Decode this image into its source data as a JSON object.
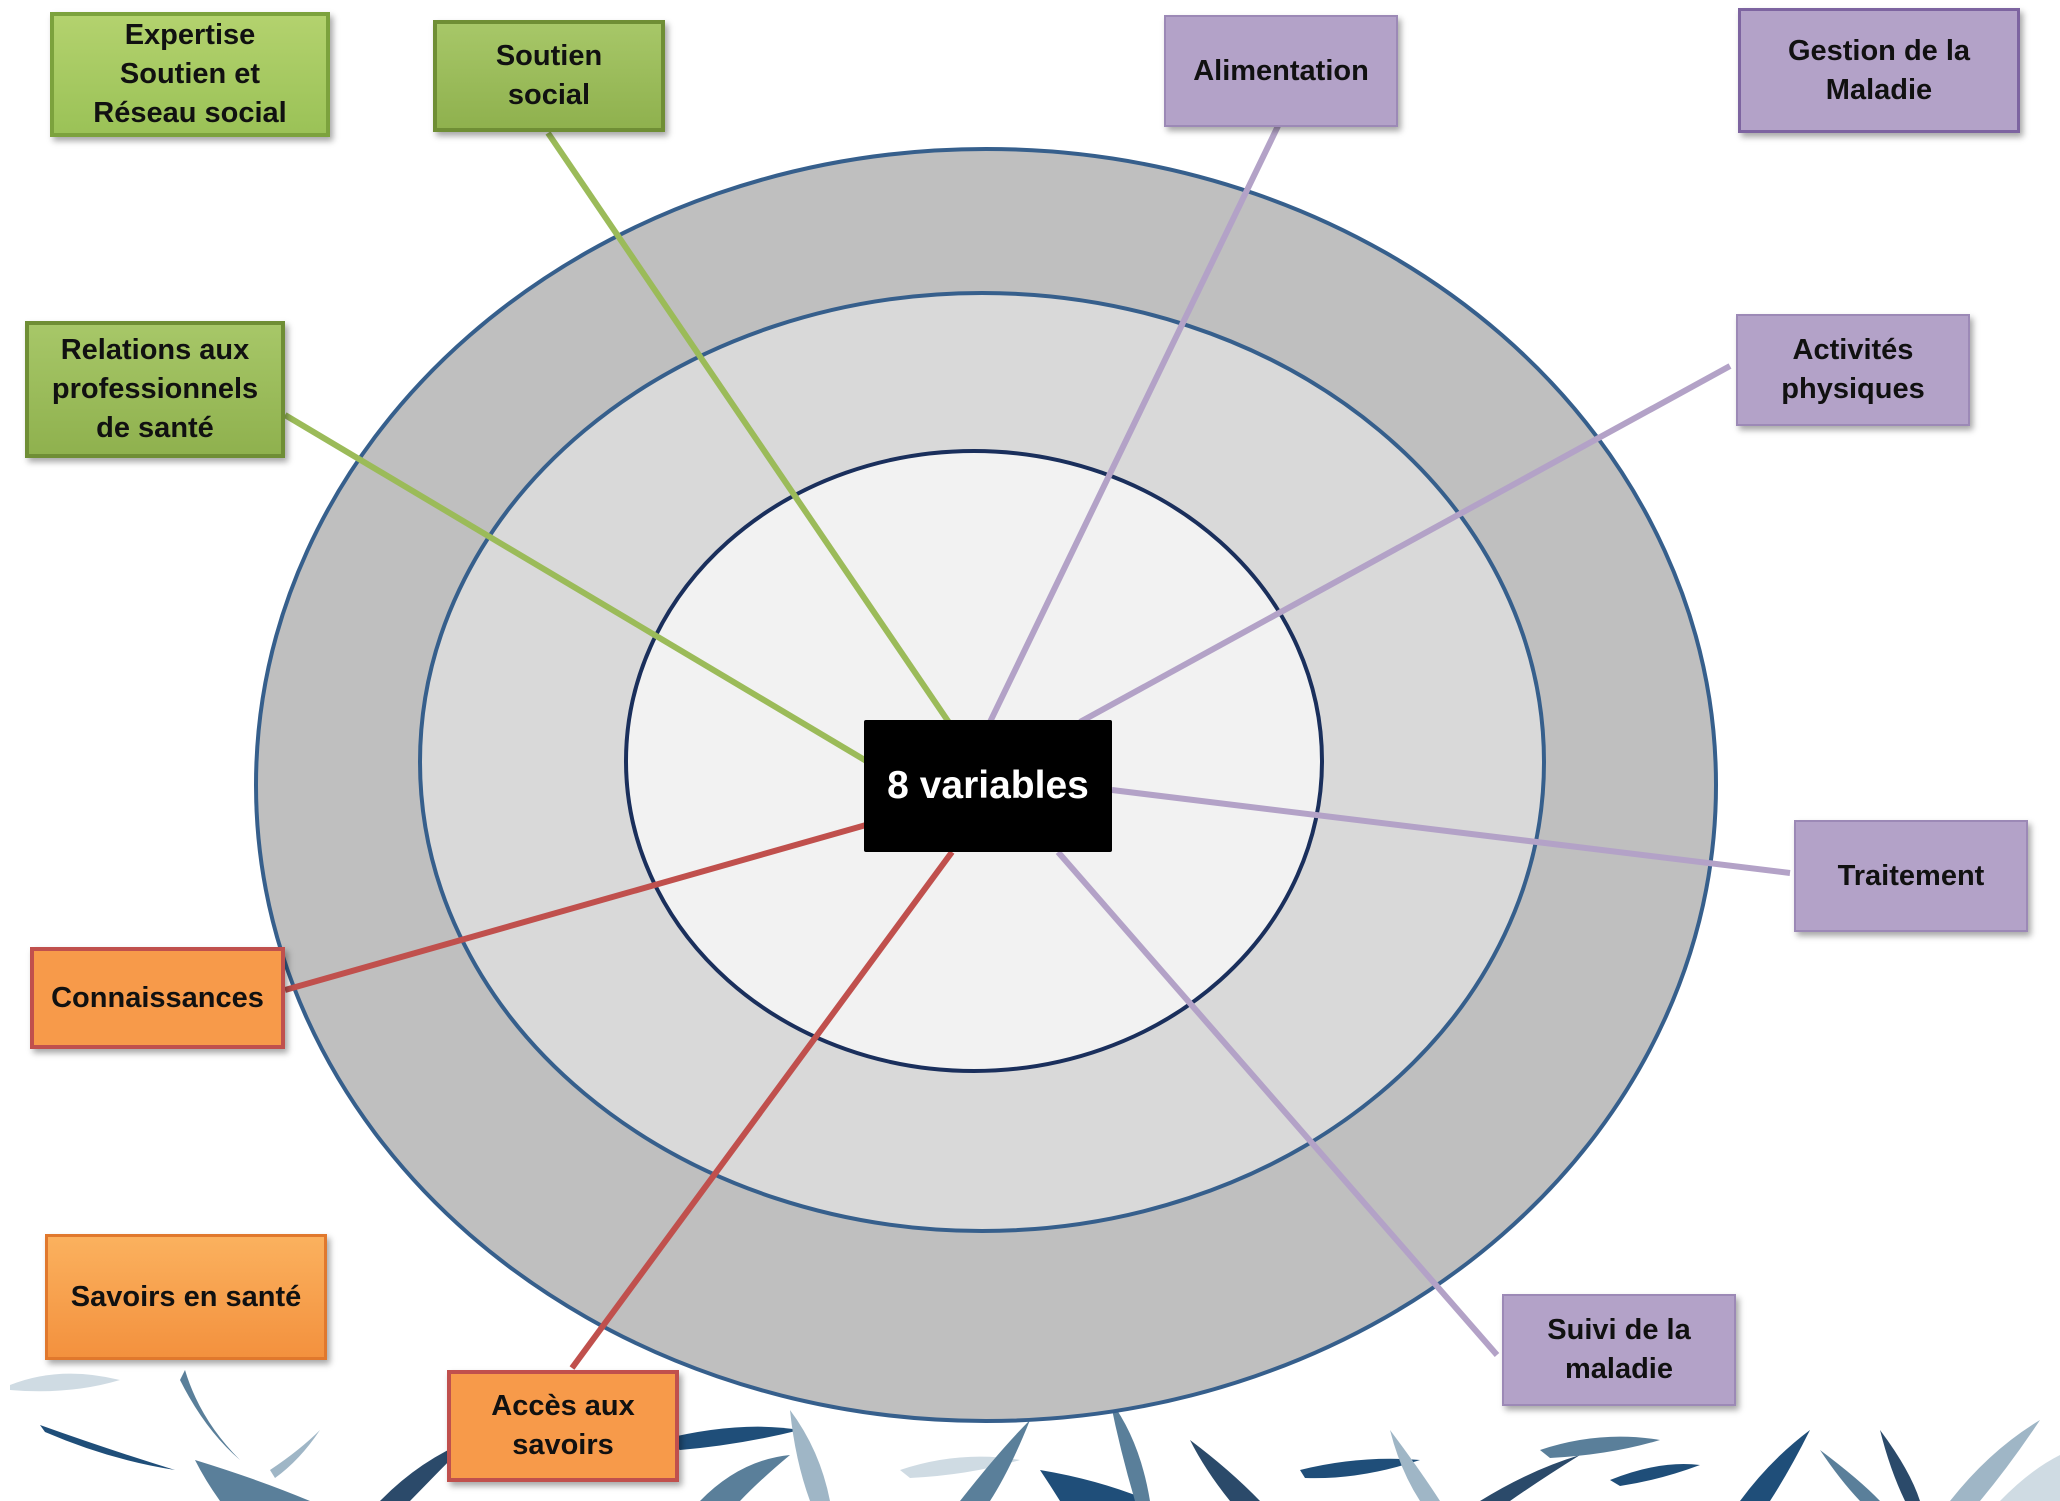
{
  "center": {
    "label": "8 variables"
  },
  "categories": [
    {
      "label": "Expertise\nSoutien et\nRéseau social",
      "color": "#9bbb59"
    },
    {
      "label": "Gestion de la\nMaladie",
      "color": "#b3a2c7"
    },
    {
      "label": "Savoirs en santé",
      "color": "#f79646"
    }
  ],
  "variables": [
    {
      "label": "Soutien\nsocial",
      "color": "#9bbb59"
    },
    {
      "label": "Relations aux\nprofessionnels\nde santé",
      "color": "#9bbb59"
    },
    {
      "label": "Alimentation",
      "color": "#b3a2c7"
    },
    {
      "label": "Activités\nphysiques",
      "color": "#b3a2c7"
    },
    {
      "label": "Traitement",
      "color": "#b3a2c7"
    },
    {
      "label": "Suivi de la\nmaladie",
      "color": "#b3a2c7"
    },
    {
      "label": "Connaissances",
      "color": "#c0504d"
    },
    {
      "label": "Accès aux\nsavoirs",
      "color": "#c0504d"
    }
  ],
  "decoration": {
    "leaf_colors": [
      "#1f4e79",
      "#5a7f9a",
      "#9fb6c6"
    ]
  }
}
